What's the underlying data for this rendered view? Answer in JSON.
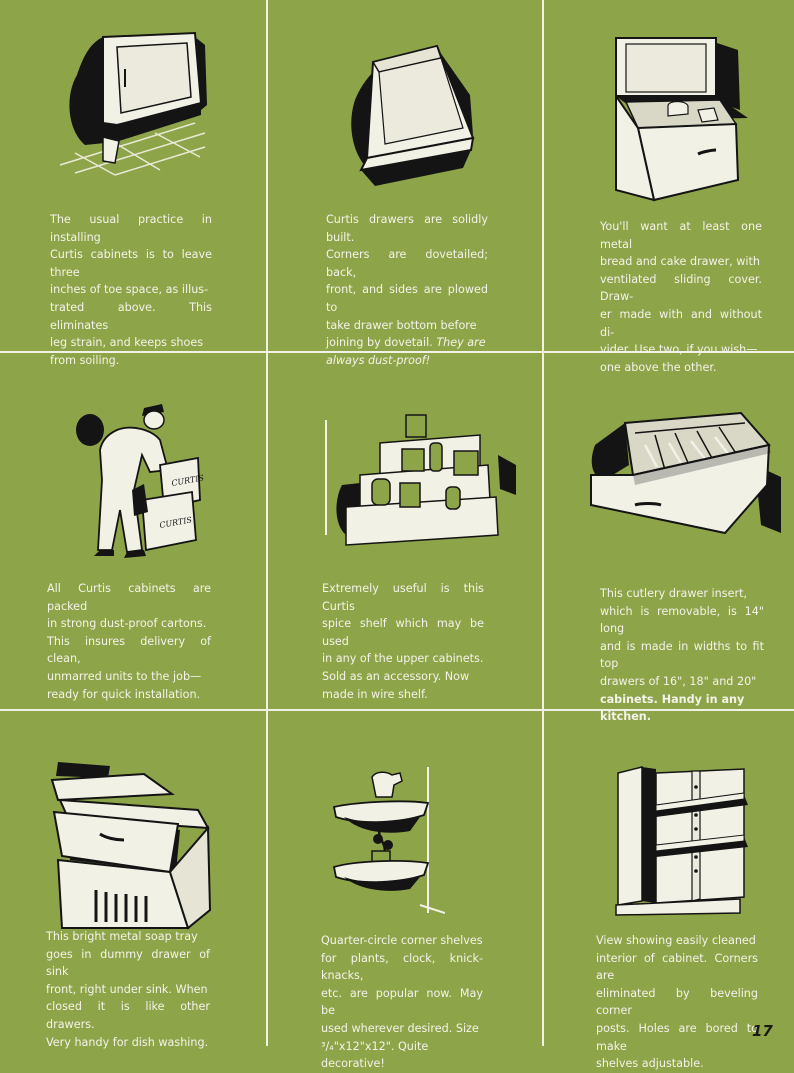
{
  "page_number": "17",
  "panels": [
    {
      "id": "toe-space",
      "lines": [
        "The usual practice in installing",
        "Curtis cabinets is to leave three",
        "inches of toe space, as illus-",
        "trated above. This eliminates",
        "leg strain, and keeps shoes",
        "from soiling."
      ]
    },
    {
      "id": "dovetail-drawer",
      "lines": [
        "Curtis drawers are solidly built.",
        "Corners are dovetailed; back,",
        "front, and sides are plowed to",
        "take drawer bottom before",
        "joining by dovetail."
      ],
      "italic_tail": "They are",
      "italic_last": "always dust-proof!"
    },
    {
      "id": "bread-drawer",
      "lines": [
        "You'll want at least one metal",
        "bread and cake drawer, with",
        "ventilated sliding cover. Draw-",
        "er made with and without di-",
        "vider. Use two, if you wish—",
        "one above the other."
      ]
    },
    {
      "id": "cartons",
      "lines": [
        "All Curtis cabinets are packed",
        "in strong dust-proof cartons.",
        "This insures delivery of clean,",
        "unmarred units to the job—",
        "ready for quick installation."
      ],
      "carton_label": "CURTIS"
    },
    {
      "id": "spice-shelf",
      "lines": [
        "Extremely useful is this Curtis",
        "spice shelf which may be used",
        "in any of the upper cabinets.",
        "Sold as an accessory. Now",
        "made in wire shelf."
      ]
    },
    {
      "id": "cutlery-insert",
      "lines": [
        "This cutlery drawer insert,",
        "which is removable, is 14\" long",
        "and is made in widths to fit top",
        "drawers of 16\", 18\" and 20\"",
        "cabinets. Handy in any kitchen."
      ]
    },
    {
      "id": "soap-tray",
      "lines": [
        "This bright metal soap tray",
        "goes in dummy drawer of sink",
        "front, right under sink. When",
        "closed it is like other drawers.",
        "Very handy for dish washing."
      ]
    },
    {
      "id": "corner-shelves",
      "lines": [
        "Quarter-circle corner shelves",
        "for plants, clock, knick-knacks,",
        "etc. are popular now. May be",
        "used wherever desired. Size",
        "³/₄\"x12\"x12\". Quite decorative!"
      ]
    },
    {
      "id": "cabinet-interior",
      "lines": [
        "View showing easily cleaned",
        "interior of cabinet. Corners are",
        "eliminated by beveling corner",
        "posts. Holes are bored to make",
        "shelves adjustable."
      ]
    }
  ]
}
